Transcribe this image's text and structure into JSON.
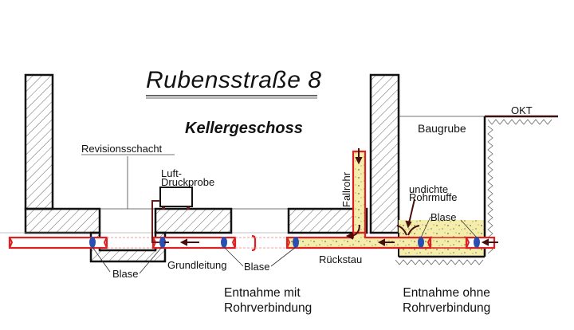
{
  "title": "Rubensstraße 8",
  "subtitle": "Kellergeschoss",
  "labels": {
    "revisionsschacht": "Revisionsschacht",
    "luft_line1": "Luft-",
    "luft_line2": "Druckprobe",
    "grundleitung": "Grundleitung",
    "blase": "Blase",
    "fallrohr": "Fallrohr",
    "baugrube": "Baugrube",
    "okt": "OKT",
    "undichte_line1": "undichte",
    "undichte_line2": "Rohrmuffe",
    "rueckstau": "Rückstau"
  },
  "captions": {
    "left_line1": "Entnahme mit",
    "left_line2": "Rohrverbindung",
    "right_line1": "Entnahme ohne",
    "right_line2": "Rohrverbindung"
  },
  "colors": {
    "pipe": "#e02020",
    "bubble": "#2a4fb0",
    "sediment": "#f5eeaa",
    "wall": "#111111",
    "arrow": "#4a0d0d"
  }
}
